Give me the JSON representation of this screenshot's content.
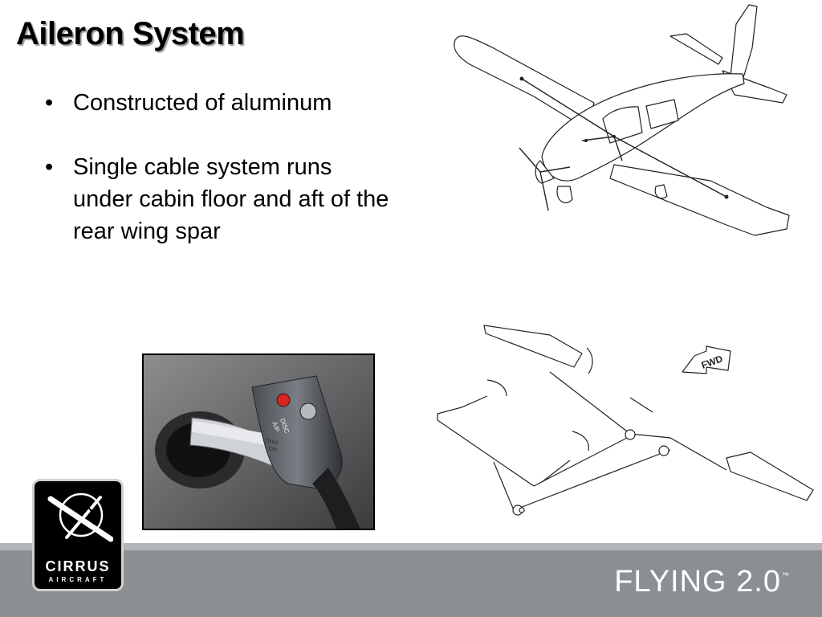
{
  "slide": {
    "title": "Aileron System",
    "bullets": [
      {
        "text": "Constructed of aluminum"
      },
      {
        "text": "Single cable system runs under cabin floor and aft of the rear wing spar"
      }
    ]
  },
  "photo": {
    "control_labels": [
      "A/P",
      "DISC",
      "TRIM",
      "ON"
    ]
  },
  "diagram": {
    "fwd_label": "FWD"
  },
  "footer": {
    "brand": "FLYING 2.0",
    "trademark": "™"
  },
  "logo": {
    "wordmark": "CIRRUS",
    "subtitle": "AIRCRAFT"
  },
  "colors": {
    "footer_band": "#8c8f92",
    "footer_stripe": "#b3b5b7",
    "title_shadow": "#9a9a9a"
  }
}
